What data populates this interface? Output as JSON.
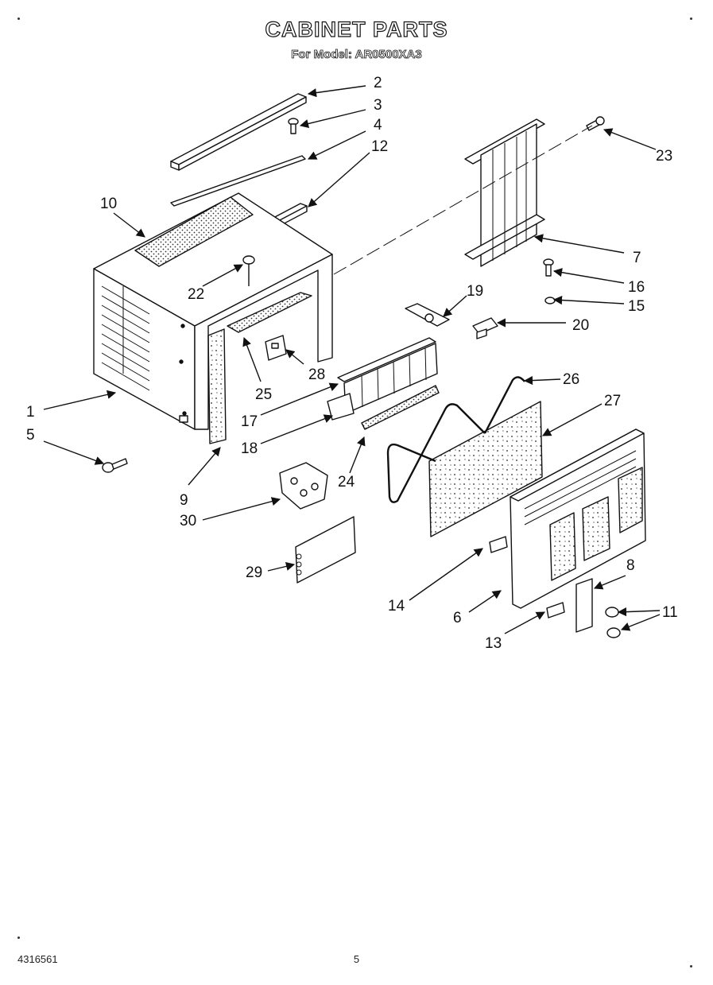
{
  "header": {
    "title": "CABINET PARTS",
    "subtitle": "For Model: AR0500XA3"
  },
  "footer": {
    "doc_number": "4316561",
    "page_number": "5"
  },
  "callouts": [
    "1",
    "2",
    "3",
    "4",
    "5",
    "6",
    "7",
    "8",
    "9",
    "10",
    "11",
    "12",
    "13",
    "14",
    "15",
    "16",
    "17",
    "18",
    "19",
    "20",
    "22",
    "23",
    "24",
    "25",
    "26",
    "27",
    "28",
    "29",
    "30"
  ]
}
